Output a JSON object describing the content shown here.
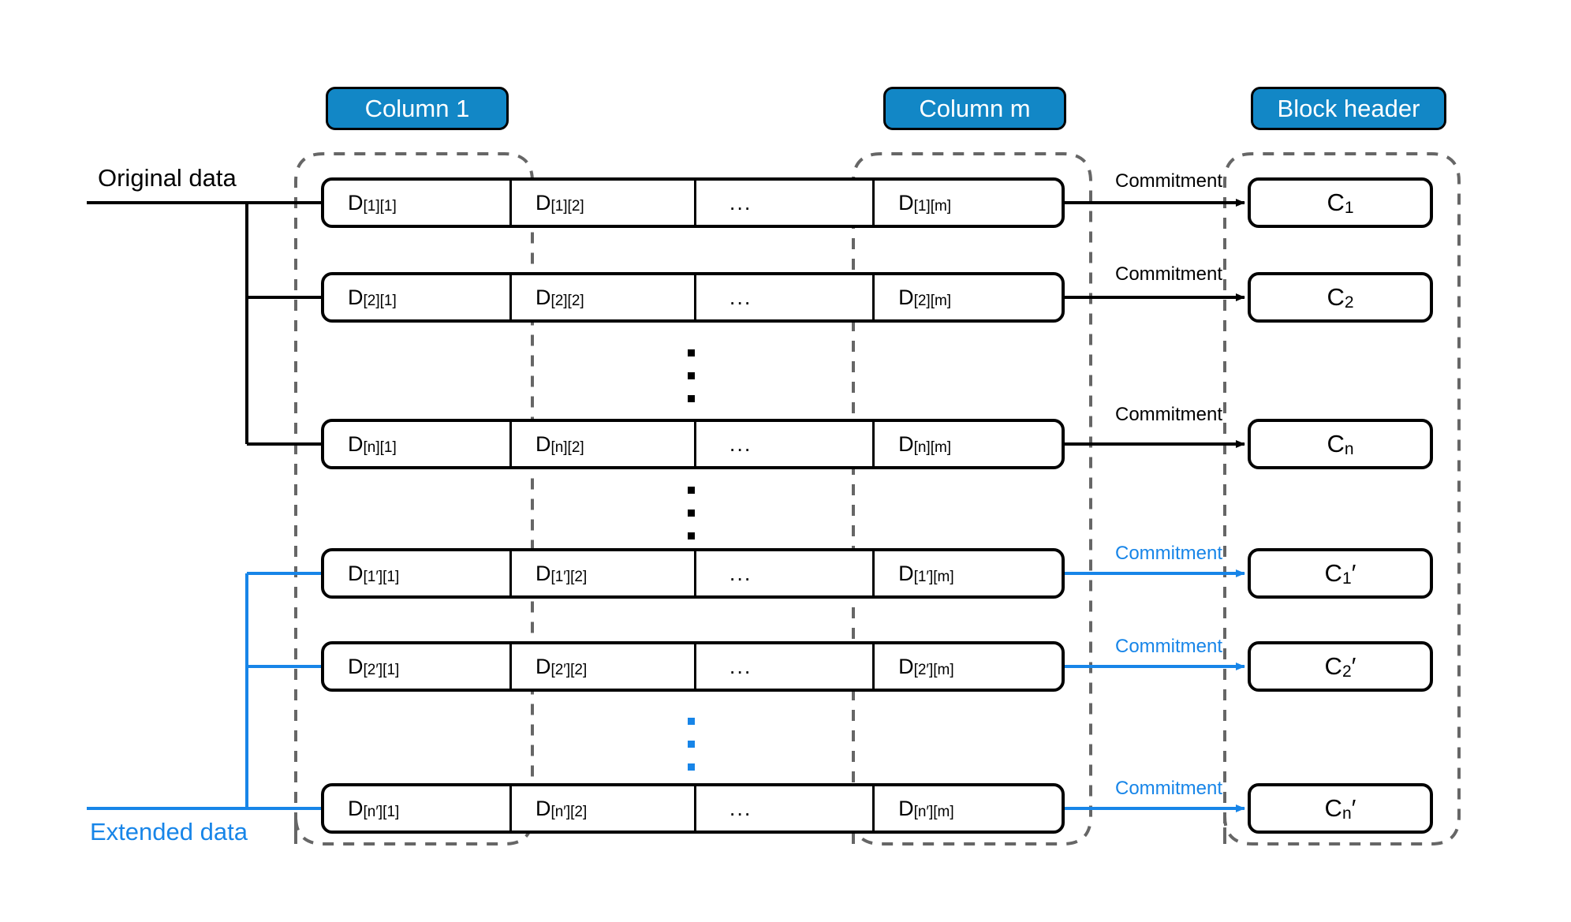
{
  "diagram": {
    "title_badges": [
      {
        "name": "column-1",
        "label": "Column 1"
      },
      {
        "name": "column-m",
        "label": "Column m"
      },
      {
        "name": "block-header",
        "label": "Block header"
      }
    ],
    "side_labels": {
      "original": "Original data",
      "extended": "Extended data"
    },
    "commitment_label": "Commitment",
    "ellipsis_inline": "...",
    "rows": [
      {
        "id": "row-1",
        "kind": "original",
        "index": "1",
        "cells": [
          {
            "base": "D",
            "sub": "[1][1]"
          },
          {
            "base": "D",
            "sub": "[1][2]"
          },
          {
            "base": "...",
            "sub": ""
          },
          {
            "base": "D",
            "sub": "[1][m]"
          }
        ],
        "commitment": {
          "base": "C",
          "sub": "1",
          "prime": ""
        }
      },
      {
        "id": "row-2",
        "kind": "original",
        "index": "2",
        "cells": [
          {
            "base": "D",
            "sub": "[2][1]"
          },
          {
            "base": "D",
            "sub": "[2][2]"
          },
          {
            "base": "...",
            "sub": ""
          },
          {
            "base": "D",
            "sub": "[2][m]"
          }
        ],
        "commitment": {
          "base": "C",
          "sub": "2",
          "prime": ""
        }
      },
      {
        "id": "row-n",
        "kind": "original",
        "index": "n",
        "cells": [
          {
            "base": "D",
            "sub": "[n][1]"
          },
          {
            "base": "D",
            "sub": "[n][2]"
          },
          {
            "base": "...",
            "sub": ""
          },
          {
            "base": "D",
            "sub": "[n][m]"
          }
        ],
        "commitment": {
          "base": "C",
          "sub": "n",
          "prime": ""
        }
      },
      {
        "id": "row-1-prime",
        "kind": "extended",
        "index": "1′",
        "cells": [
          {
            "base": "D",
            "sub": "[1′][1]"
          },
          {
            "base": "D",
            "sub": "[1′][2]"
          },
          {
            "base": "...",
            "sub": ""
          },
          {
            "base": "D",
            "sub": "[1′][m]"
          }
        ],
        "commitment": {
          "base": "C",
          "sub": "1",
          "prime": "′"
        }
      },
      {
        "id": "row-2-prime",
        "kind": "extended",
        "index": "2′",
        "cells": [
          {
            "base": "D",
            "sub": "[2′][1]"
          },
          {
            "base": "D",
            "sub": "[2′][2]"
          },
          {
            "base": "...",
            "sub": ""
          },
          {
            "base": "D",
            "sub": "[2′][m]"
          }
        ],
        "commitment": {
          "base": "C",
          "sub": "2",
          "prime": "′"
        }
      },
      {
        "id": "row-n-prime",
        "kind": "extended",
        "index": "n′",
        "cells": [
          {
            "base": "D",
            "sub": "[n′][1]"
          },
          {
            "base": "D",
            "sub": "[n′][2]"
          },
          {
            "base": "...",
            "sub": ""
          },
          {
            "base": "D",
            "sub": "[n′][m]"
          }
        ],
        "commitment": {
          "base": "C",
          "sub": "n",
          "prime": "′"
        }
      }
    ],
    "colors": {
      "accent_blue": "#1287C6",
      "line_blue": "#1785E8",
      "black": "#000000",
      "dashed_gray": "#666666"
    }
  }
}
